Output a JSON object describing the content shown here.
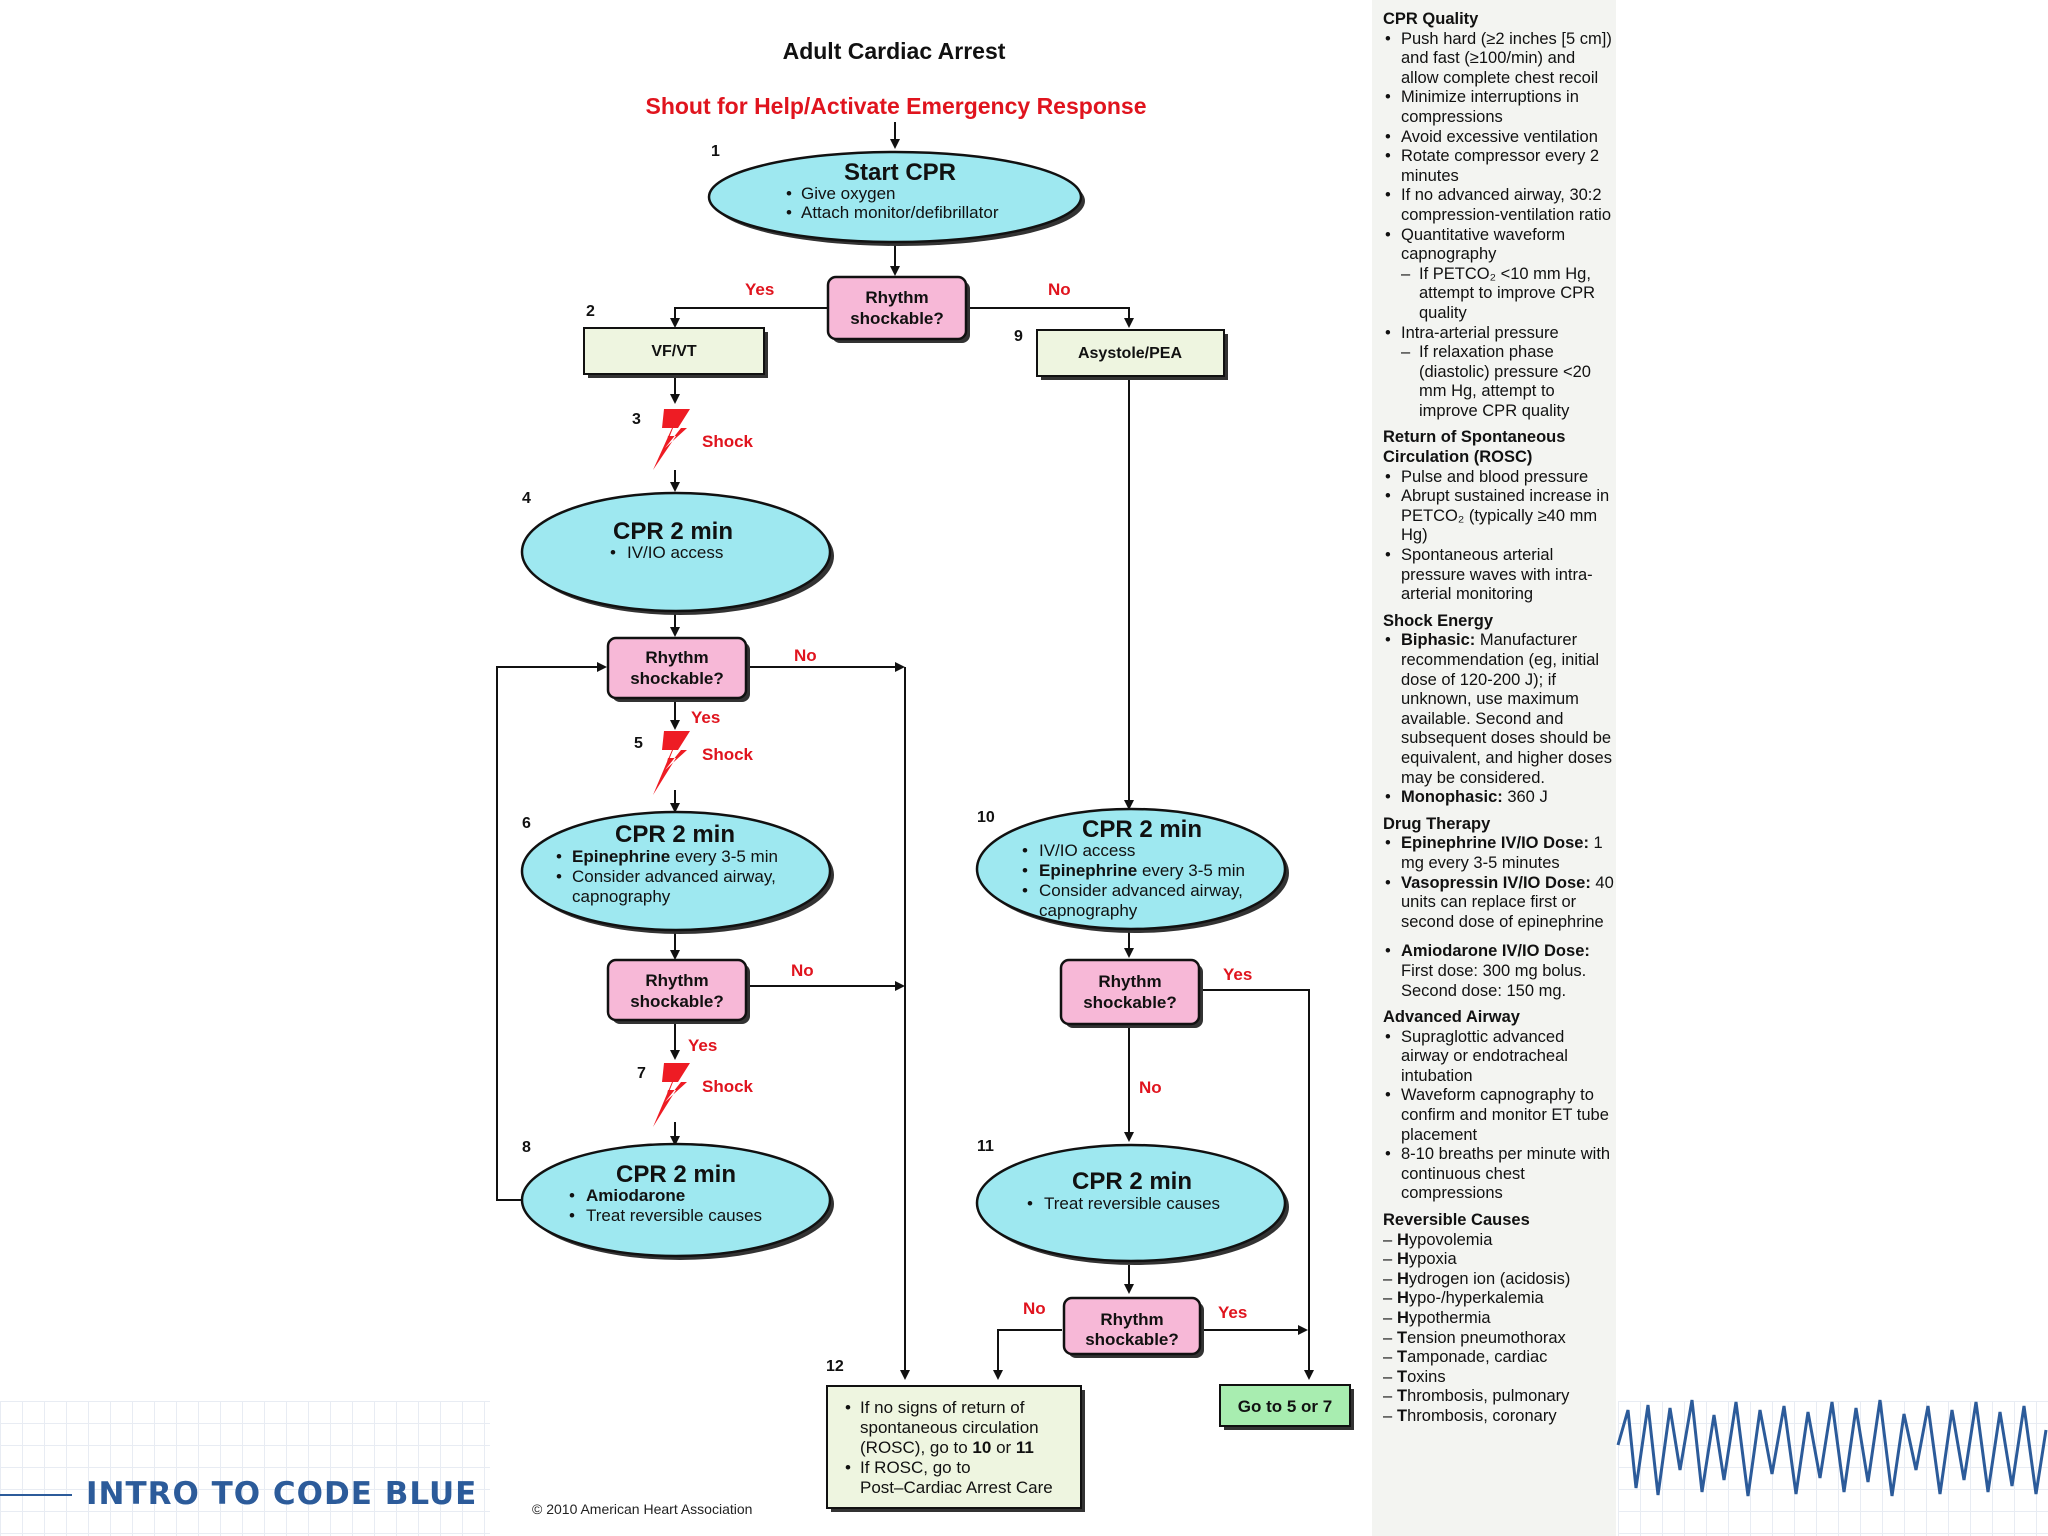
{
  "title": "Adult Cardiac Arrest",
  "shout": "Shout for Help/Activate Emergency Response",
  "labels": {
    "yes": "Yes",
    "no": "No",
    "shock": "Shock",
    "rhythm_l1": "Rhythm",
    "rhythm_l2": "shockable?"
  },
  "steps": {
    "n1": "1",
    "n2": "2",
    "n3": "3",
    "n4": "4",
    "n5": "5",
    "n6": "6",
    "n7": "7",
    "n8": "8",
    "n9": "9",
    "n10": "10",
    "n11": "11",
    "n12": "12"
  },
  "start_cpr": {
    "head": "Start CPR",
    "b1": "Give oxygen",
    "b2": "Attach monitor/defibrillator"
  },
  "vfvt": "VF/VT",
  "asystole": "Asystole/PEA",
  "cpr4": {
    "head": "CPR 2 min",
    "b1": "IV/IO access"
  },
  "cpr6": {
    "head": "CPR 2 min",
    "b1_bold": "Epinephrine",
    "b1_rest": " every 3-5 min",
    "b2": "Consider advanced airway,",
    "b2b": "capnography"
  },
  "cpr8": {
    "head": "CPR 2 min",
    "b1": "Amiodarone",
    "b2": "Treat reversible causes"
  },
  "cpr10": {
    "head": "CPR 2 min",
    "b1": "IV/IO access",
    "b2_bold": "Epinephrine",
    "b2_rest": " every 3-5 min",
    "b3": "Consider advanced airway,",
    "b3b": "capnography"
  },
  "cpr11": {
    "head": "CPR 2 min",
    "b1": "Treat reversible causes"
  },
  "box12": {
    "l1": "If no signs of return of",
    "l2": "spontaneous circulation",
    "l3_pre": "(ROSC), go to ",
    "l3_a": "10",
    "l3_mid": " or ",
    "l3_b": "11",
    "l4": "If ROSC, go to",
    "l5": "Post–Cardiac Arrest Care"
  },
  "goto": "Go to 5 or 7",
  "copyright": "© 2010 American Heart Association",
  "footer": "INTRO TO CODE BLUE",
  "sidebar": {
    "cpr_quality": {
      "heading": "CPR Quality",
      "i1": "Push hard (≥2 inches [5 cm]) and fast (≥100/min) and allow complete chest recoil",
      "i2": "Minimize interruptions in compressions",
      "i3": "Avoid excessive ventilation",
      "i4": "Rotate compressor every 2 minutes",
      "i5": "If no advanced airway, 30:2 compression-ventilation ratio",
      "i6": "Quantitative waveform capnography",
      "i6a": "If PETCO₂ <10 mm Hg, attempt to improve CPR quality",
      "i7": "Intra-arterial pressure",
      "i7a": "If relaxation phase (diastolic) pressure <20 mm Hg, attempt to improve CPR quality"
    },
    "rosc": {
      "heading": "Return of Spontaneous Circulation (ROSC)",
      "i1": "Pulse and blood pressure",
      "i2": "Abrupt sustained increase in PETCO₂ (typically ≥40 mm Hg)",
      "i3": "Spontaneous arterial pressure waves with intra-arterial monitoring"
    },
    "shock_energy": {
      "heading": "Shock Energy",
      "i1_bold": "Biphasic:",
      "i1_rest": " Manufacturer recommendation (eg, initial dose of 120-200 J); if unknown, use maximum available. Second and subsequent doses should be equivalent, and higher doses may be considered.",
      "i2_bold": "Monophasic:",
      "i2_rest": " 360 J"
    },
    "drug": {
      "heading": "Drug Therapy",
      "i1_bold": "Epinephrine IV/IO Dose:",
      "i1_rest": " 1 mg every 3-5 minutes",
      "i2_bold": "Vasopressin IV/IO Dose:",
      "i2_rest": " 40 units can replace first or second dose of epinephrine",
      "i3_bold": "Amiodarone IV/IO Dose:",
      "i3_rest": " First dose: 300 mg bolus. Second dose: 150 mg."
    },
    "airway": {
      "heading": "Advanced Airway",
      "i1": "Supraglottic advanced airway or endotracheal intubation",
      "i2": "Waveform capnography to confirm and monitor ET tube placement",
      "i3": "8-10 breaths per minute with continuous chest compressions"
    },
    "reversible": {
      "heading": "Reversible Causes",
      "items": [
        [
          "H",
          "ypovolemia"
        ],
        [
          "H",
          "ypoxia"
        ],
        [
          "H",
          "ydrogen ion (acidosis)"
        ],
        [
          "H",
          "ypo-/hyperkalemia"
        ],
        [
          "H",
          "ypothermia"
        ],
        [
          "T",
          "ension pneumothorax"
        ],
        [
          "T",
          "amponade, cardiac"
        ],
        [
          "T",
          "oxins"
        ],
        [
          "T",
          "hrombosis, pulmonary"
        ],
        [
          "T",
          "hrombosis, coronary"
        ]
      ]
    }
  }
}
